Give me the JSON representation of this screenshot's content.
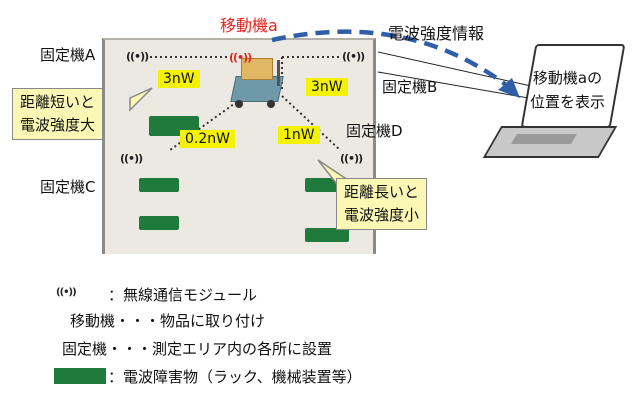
{
  "title": "移動機a",
  "signal_info_label": "電波強度情報",
  "fixed": {
    "a": "固定機A",
    "b": "固定機B",
    "c": "固定機C",
    "d": "固定機D"
  },
  "power": {
    "a": "3nW",
    "b": "3nW",
    "c": "0.2nW",
    "d": "1nW"
  },
  "callout_short": {
    "line1": "距離短いと",
    "line2": "電波強度大"
  },
  "callout_long": {
    "line1": "距離長いと",
    "line2": "電波強度小"
  },
  "laptop": {
    "line1": "移動機aの",
    "line2": "位置を表示"
  },
  "signal_glyph": "((•))",
  "legend": {
    "module": "：無線通信モジュール",
    "mobile": "移動機・・・物品に取り付け",
    "fixed": "固定機・・・測定エリア内の各所に設置",
    "obstacle": "：電波障害物（ラック、機械装置等）"
  },
  "colors": {
    "accent": "#e8221b",
    "arrow": "#2f5faa",
    "obstacle": "#1f7a3c",
    "highlight": "#f5f200"
  }
}
